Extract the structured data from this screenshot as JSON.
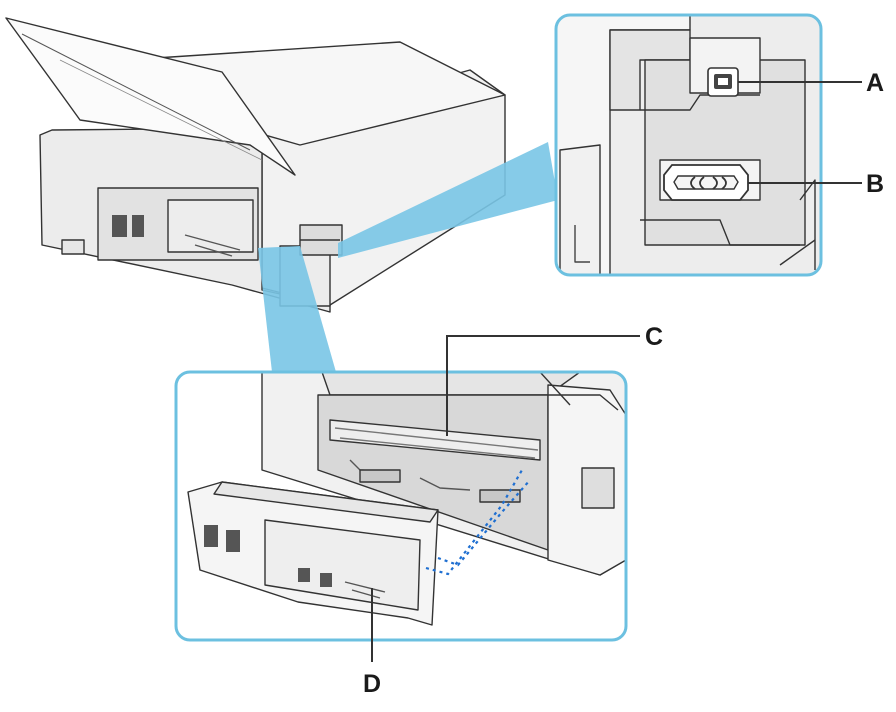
{
  "callouts": [
    {
      "id": "A",
      "label": "A"
    },
    {
      "id": "B",
      "label": "B"
    },
    {
      "id": "C",
      "label": "C"
    },
    {
      "id": "D",
      "label": "D"
    }
  ],
  "colors": {
    "frame": "#6cc0e0",
    "wedge": "#79c5e6",
    "line": "#333333",
    "dotted": "#1f6fd1",
    "body": "#f1f1f1",
    "shade": "#d4d4d4",
    "dark": "#6b6b6b"
  },
  "icons": [
    "usb-port-icon",
    "power-connector-icon"
  ]
}
